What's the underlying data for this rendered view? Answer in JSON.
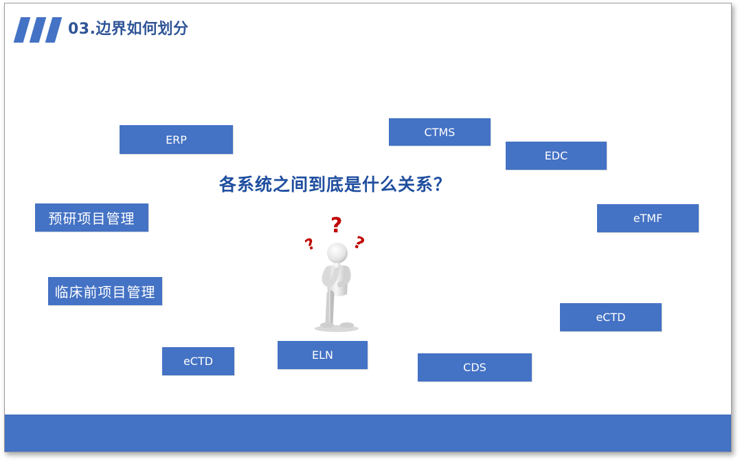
{
  "slide": {
    "title": "03.边界如何划分",
    "question": "各系统之间到底是什么关系？",
    "accent_color": "#4472c4",
    "title_color": "#2f5597",
    "question_mark_color": "#c00000"
  },
  "systems": {
    "erp": "ERP",
    "ctms": "CTMS",
    "edc": "EDC",
    "pre_research": "预研项目管理",
    "etmf": "eTMF",
    "preclinical": "临床前项目管理",
    "ectd_right": "eCTD",
    "ectd_left": "eCTD",
    "eln": "ELN",
    "cds": "CDS"
  },
  "illustration": {
    "icon": "thinking-person-with-question-marks"
  }
}
